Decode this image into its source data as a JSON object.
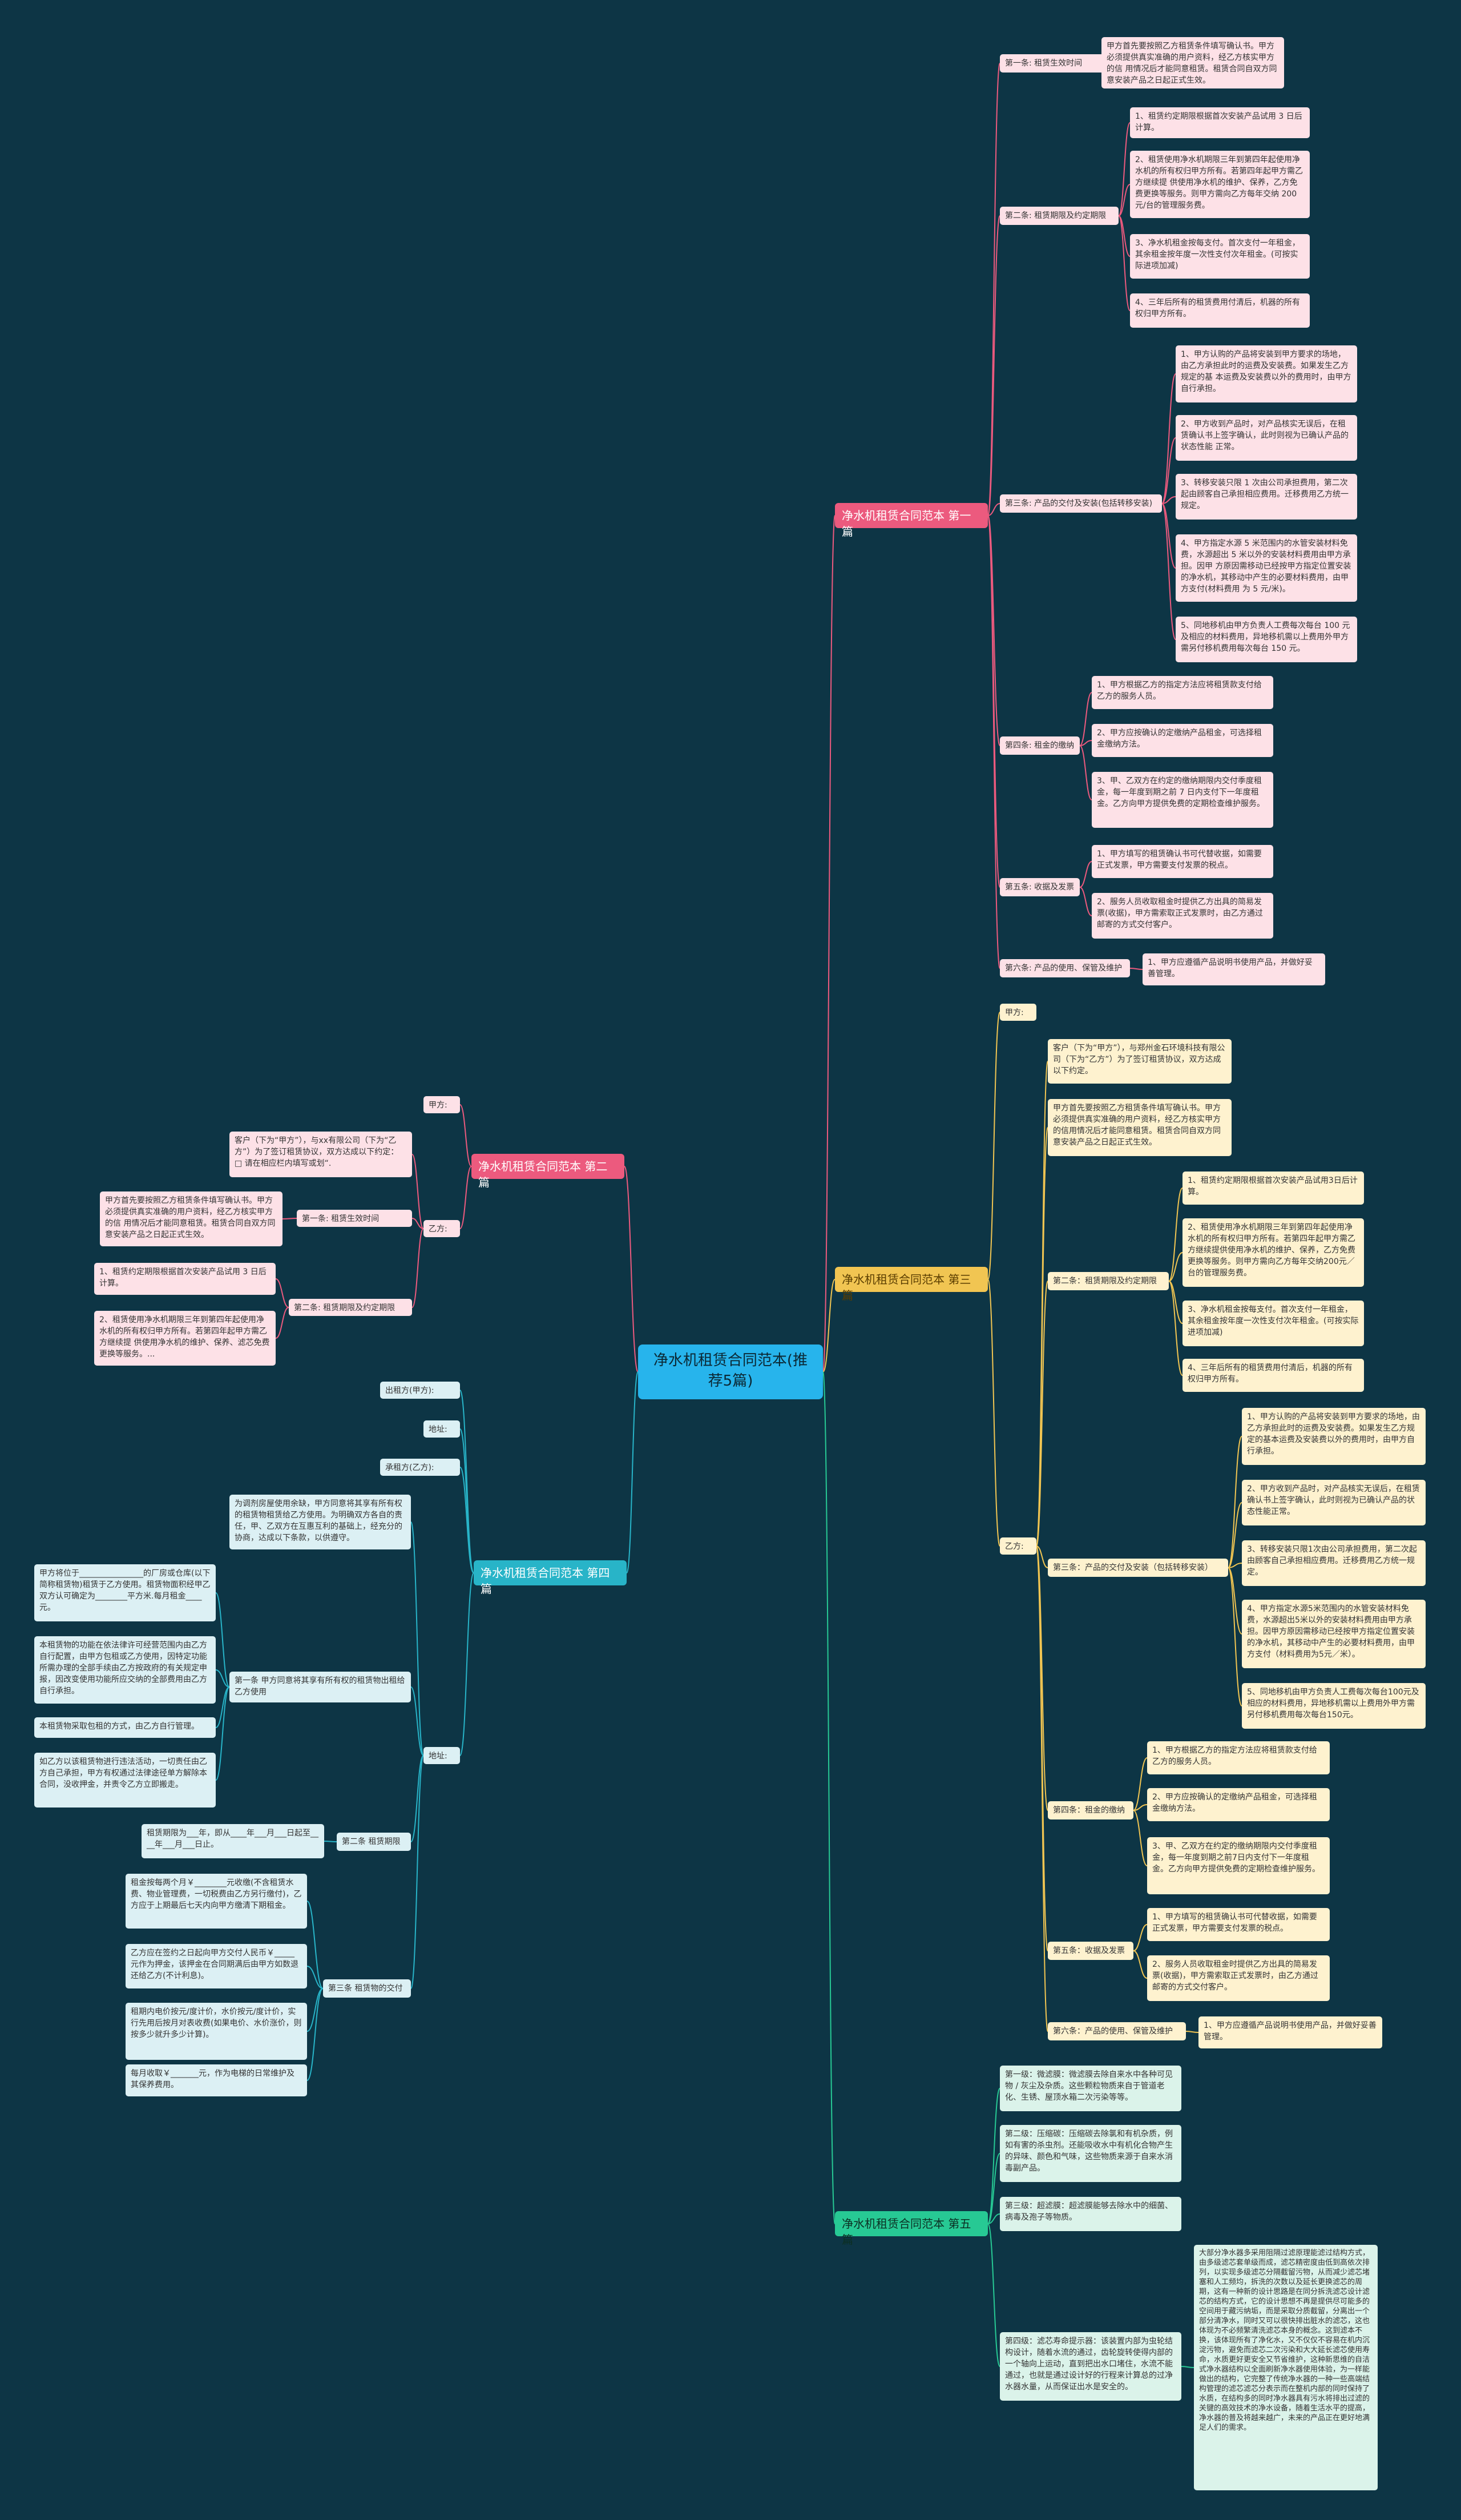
{
  "root": "净水机租赁合同范本(推荐5篇)",
  "p1": {
    "title": "净水机租赁合同范本 第一篇",
    "s1": {
      "label": "第一条: 租赁生效时间",
      "items": [
        "甲方首先要按照乙方租赁条件填写确认书。甲方必须提供真实准确的用户资料，经乙方核实甲方的信 用情况后才能同意租赁。租赁合同自双方同意安装产品之日起正式生效。"
      ]
    },
    "s2": {
      "label": "第二条: 租赁期限及约定期限",
      "items": [
        "1、租赁约定期限根据首次安装产品试用 3 日后计算。",
        "2、租赁使用净水机期限三年到第四年起使用净水机的所有权归甲方所有。若第四年起甲方需乙方继续提 供使用净水机的维护、保养，乙方免费更换等服务。则甲方需向乙方每年交纳 200 元/台的管理服务费。",
        "3、净水机租金按每支付。首次支付一年租金，其余租金按年度一次性支付次年租金。(可按实际进项加减)",
        "4、三年后所有的租赁费用付清后，机器的所有权归甲方所有。"
      ]
    },
    "s3": {
      "label": "第三条: 产品的交付及安装(包括转移安装)",
      "items": [
        "1、甲方认购的产品将安装到甲方要求的场地，由乙方承担此时的运费及安装费。如果发生乙方规定的基 本运费及安装费以外的费用时，由甲方自行承担。",
        "2、甲方收到产品时，对产品核实无误后，在租赁确认书上签字确认，此时则视为已确认产品的状态性能 正常。",
        "3、转移安装只限 1 次由公司承担费用，第二次起由顾客自己承担相应费用。迁移费用乙方统一规定。",
        "4、甲方指定水源 5 米范围内的水管安装材料免费，水源超出 5 米以外的安装材料费用由甲方承担。因甲 方原因需移动已经按甲方指定位置安装的净水机，其移动中产生的必要材料费用，由甲方支付(材料费用 为 5 元/米)。",
        "5、同地移机由甲方负责人工费每次每台 100 元及相应的材料费用，异地移机需以上费用外甲方需另付移机费用每次每台 150 元。"
      ]
    },
    "s4": {
      "label": "第四条: 租金的缴纳",
      "items": [
        "1、甲方根据乙方的指定方法应将租赁款支付给乙方的服务人员。",
        "2、甲方应按确认的定缴纳产品租金，可选择租金缴纳方法。",
        "3、甲、乙双方在约定的缴纳期限内交付季度租金，每一年度到期之前 7 日内支付下一年度租金。乙方向甲方提供免费的定期检查维护服务。"
      ]
    },
    "s5": {
      "label": "第五条: 收据及发票",
      "items": [
        "1、甲方填写的租赁确认书可代替收据，如需要正式发票，甲方需要支付发票的税点。",
        "2、服务人员收取租金时提供乙方出具的简易发票(收据)，甲方需索取正式发票时，由乙方通过 邮寄的方式交付客户。"
      ]
    },
    "s6": {
      "label": "第六条: 产品的使用、保管及维护",
      "items": [
        "1、甲方应遵循产品说明书使用产品，并做好妥善管理。"
      ]
    }
  },
  "p2": {
    "title": "净水机租赁合同范本 第二篇",
    "jia": "甲方:",
    "yi": "乙方:",
    "intro": "客户（下为“甲方”），与xx有限公司（下为“乙方”）为了签订租赁协议，双方达成以下约定：  □ 请在相应栏内填写或划“.",
    "s1": {
      "label": "第一条: 租赁生效时间",
      "items": [
        "甲方首先要按照乙方租赁条件填写确认书。甲方必须提供真实准确的用户资料，经乙方核实甲方的信 用情况后才能同意租赁。租赁合同自双方同意安装产品之日起正式生效。"
      ]
    },
    "s2": {
      "label": "第二条: 租赁期限及约定期限",
      "items": [
        "1、租赁约定期限根据首次安装产品试用 3 日后计算。",
        "2、租赁使用净水机期限三年到第四年起使用净水机的所有权归甲方所有。若第四年起甲方需乙方继续提 供使用净水机的维护、保养、滤芯免费更换等服务。..."
      ]
    }
  },
  "p3": {
    "title": "净水机租赁合同范本 第三篇",
    "jia": "甲方:",
    "yi": "乙方:",
    "intro": "客户（下为“甲方”），与郑州金石环境科技有限公司（下为“乙方”）为了签订租赁协议，双方达成以下约定。",
    "s1text": "甲方首先要按照乙方租赁条件填写确认书。甲方必须提供真实准确的用户资料，经乙方核实甲方的信用情况后才能同意租赁。租赁合同自双方同意安装产品之日起正式生效。",
    "s2": {
      "label": "第二条：租赁期限及约定期限",
      "items": [
        "1、租赁约定期限根据首次安装产品试用3日后计算。",
        "2、租赁使用净水机期限三年到第四年起使用净水机的所有权归甲方所有。若第四年起甲方需乙方继续提供使用净水机的维护、保养，乙方免费更换等服务。则甲方需向乙方每年交纳200元／台的管理服务费。",
        "3、净水机租金按每支付。首次支付一年租金，其余租金按年度一次性支付次年租金。(可按实际进项加减)",
        "4、三年后所有的租赁费用付清后，机器的所有权归甲方所有。"
      ]
    },
    "s3": {
      "label": "第三条：产品的交付及安装（包括转移安装）",
      "items": [
        "1、甲方认购的产品将安装到甲方要求的场地，由乙方承担此时的运费及安装费。如果发生乙方规定的基本运费及安装费以外的费用时，由甲方自行承担。",
        "2、甲方收到产品时，对产品核实无误后，在租赁确认书上签字确认，此时则视为已确认产品的状态性能正常。",
        "3、转移安装只限1次由公司承担费用，第二次起由顾客自己承担相应费用。迁移费用乙方统一规定。",
        "4、甲方指定水源5米范围内的水管安装材料免费，水源超出5米以外的安装材料费用由甲方承担。因甲方原因需移动已经按甲方指定位置安装的净水机，其移动中产生的必要材料费用，由甲方支付（材料费用为5元／米）。",
        "5、同地移机由甲方负责人工费每次每台100元及相应的材料费用，异地移机需以上费用外甲方需另付移机费用每次每台150元。"
      ]
    },
    "s4": {
      "label": "第四条：租金的缴纳",
      "items": [
        "1、甲方根据乙方的指定方法应将租赁款支付给乙方的服务人员。",
        "2、甲方应按确认的定缴纳产品租金，可选择租金缴纳方法。",
        "3、甲、乙双方在约定的缴纳期限内交付季度租金，每一年度到期之前7日内支付下一年度租金。乙方向甲方提供免费的定期检查维护服务。"
      ]
    },
    "s5": {
      "label": "第五条：收据及发票",
      "items": [
        "1、甲方填写的租赁确认书可代替收据，如需要正式发票，甲方需要支付发票的税点。",
        "2、服务人员收取租金时提供乙方出具的简易发票(收据)，甲方需索取正式发票时，由乙方通过邮寄的方式交付客户。"
      ]
    },
    "s6": {
      "label": "第六条：产品的使用、保管及维护",
      "items": [
        "1、甲方应遵循产品说明书使用产品，并做好妥善管理。"
      ]
    }
  },
  "p4": {
    "title": "净水机租赁合同范本 第四篇",
    "chuzu": "出租方(甲方):",
    "addr1": "地址:",
    "chengzu": "承租方(乙方):",
    "addr2": "地址:",
    "intro": "为调剂房屋使用余缺，甲方同意将其享有所有权的租赁物租赁给乙方使用。为明确双方各自的责任，甲、乙双方在互惠互利的基础上，经充分的协商，达成以下条款，以供遵守。",
    "t1": {
      "label": "第一条 甲方同意将其享有所有权的租赁物出租给乙方使用",
      "items": [
        "甲方将位于________________的厂房或仓库(以下简称租赁物)租赁于乙方使用。租赁物面积经甲乙双方认可确定为________平方米.每月租金____元。",
        "本租赁物的功能在依法律许可经营范围内由乙方自行配置，由甲方包租或乙方使用，因特定功能所需办理的全部手续由乙方按政府的有关规定申报，因改变使用功能所应交纳的全部费用由乙方自行承担。",
        "本租赁物采取包租的方式，由乙方自行管理。",
        "如乙方以该租赁物进行违法活动，一切责任由乙方自己承担，甲方有权通过法律途径单方解除本合同，没收押金，并责令乙方立即搬走。"
      ]
    },
    "t2": {
      "label": "第二条 租赁期限",
      "items": [
        "租赁期限为___年，即从____年___月___日起至____年___月___日止。"
      ]
    },
    "t3": {
      "label": "第三条 租赁物的交付",
      "items": [
        "租金按每两个月￥________元收缴(不含租赁水费、物业管理费，一切税费由乙方另行缴付)，乙方应于上期最后七天内向甲方缴清下期租金。",
        "乙方应在签约之日起向甲方交付人民币￥_____元作为押金，该押金在合同期满后由甲方如数退还给乙方(不计利息)。",
        "租期内电价按元/度计价，水价按元/度计价，实行先用后按月对表收费(如果电价、水价涨价，则按多少就升多少计算)。",
        "每月收取￥_______元，作为电梯的日常维护及其保养费用。"
      ]
    }
  },
  "p5": {
    "title": "净水机租赁合同范本 第五篇",
    "items": [
      "第一级：微滤膜：微滤膜去除自来水中各种可见物 / 灰尘及杂质。这些颗粒物质来自于管道老化、生锈、屋顶水箱二次污染等等。",
      "第二级：压缩碳：压缩碳去除氯和有机杂质，例如有害的杀虫剂。还能吸收水中有机化合物产生的异味、颜色和气味，这些物质来源于自来水消毒副产品。",
      "第三级：超滤膜：超滤膜能够去除水中的细菌、病毒及孢子等物质。",
      "第四级：滤芯寿命提示器：该装置内部为虫轮结构设计，随着水流的通过，齿轮旋转使得内部的一个轴向上运动，直到把出水口堵住，水流不能通过，也就是通过设计好的行程来计算总的过净水器水量，从而保证出水是安全的。"
    ],
    "note": "大部分净水器多采用阻隔过滤原理能滤过结构方式，由多级滤芯套单级而成，滤芯精密度由低到高依次排列，以实现多级滤芯分隔截留污物，从而减少滤芯堵塞和人工频均，拆洗的次数以及延长更换滤芯的周期，这有一种新的设计思路是在同分拆洗滤芯设计滤芯的结构方式，它的设计思想不再是提供尽可能多的空间用于藏污纳垢，而是采取分质截留，分离出一个部分清净水，同时又可以很快排出脏水的滤芯，这也体现为不必频繁清洗滤芯本身的概念。这到滤本不换，该体现所有了净化水，又不仅仅不容易在机内沉淀污物，避免而滤芯二次污染和大大延长滤芯使用寿命，水质更好更安全又节省维护，这种新思维的自洁式净水器结构以全面刷新净水器使用体验，为一样能做出的结构，它完整了传统净水器的一种一些高端结构管理的滤芯滤芯分表示而在整机内部的同时保持了水质，在结构多的同时净水器具有污水将排出过滤的关键的高效技术的净水设备，随着生活水平的提高，净水器的普及将越来越广，未来的产品正在更好地满足人们的需求。"
  }
}
